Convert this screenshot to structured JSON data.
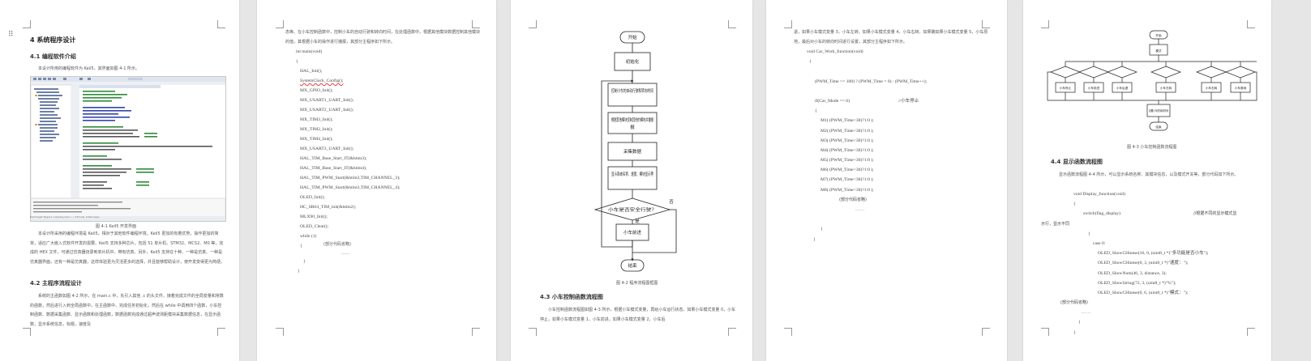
{
  "page1": {
    "h_chapter": "4 系统程序设计",
    "h_4_1": "4.1 编程软件介绍",
    "p_intro": "本设计所用的编程软件为 Keil5，其界面如图 4-1 所示。",
    "cap_4_1": "图 4-1 Keil5 开发界面",
    "p_keil": "本设计所采用的编程环境是 Keil5，相对于其他软件编程环境，Keil5 更加的有着优势，操作更加的简单，适应广大嵌入式软件开发的需要。Keil5 支持多种芯片，包括 51 单片机、STM32、MCS2、M0 等，完成的 HEX 文件，可通过仿真器烧录到单片机中。带有仿真、另外，Keil5 支持在十种、一种是仿真、一种是仿真器界面，还有一种是仿真器，这样体验更为灵活更多的选择，并且能够帮助设计，使开发变得更为简便。",
    "h_4_2": "4.2 主程序流程设计",
    "p_main": "系统的主函数如图 4-2 所示，在 main.c 中，先引入其他 .c 的头文件，接着完成文件的全局变量和常数的函数，然后进行入到全局函数中，在主函数中，完成任务初始化，然后在 while 中调用四个函数，小车控制函数、数据采集函数、显示函数和处理函数，数据函数完成通过超声波测距模块采集数据信息，在显示函数，显示系统信息，标题，速度及"
  },
  "keil": {
    "statusbar": "Build target 'Target 1'   compiling main.c ...   0 Error(s), 0 Warning(s)."
  },
  "page2": {
    "p_top": "态等。在小车控制函数中，控制小车的自动行驶和转向时间，在处理函数中，根据其他模块数据控制其他模块的值，其根据小车的操作进行播报，其部分主程序如下所示。",
    "code": [
      "int main(void)",
      "{",
      "HAL_Init();",
      "SystemClock_Config();",
      "MX_GPIO_Init();",
      "MX_USART1_UART_Init();",
      "MX_USART2_UART_Init();",
      "MX_TIM3_Init();",
      "MX_TIM2_Init();",
      "MX_TIM4_Init();",
      "MX_USART3_UART_Init();",
      "HAL_TIM_Base_Start_IT(&htim3);",
      "HAL_TIM_Base_Start_IT(&htim4);",
      "HAL_TIM_PWM_Start(&htim3,TIM_CHANNEL_3);",
      "HAL_TIM_PWM_Start(&htim3,TIM_CHANNEL_4);",
      "OLED_Init();",
      "HC_SR04_TIM_init(&htim2);",
      "MLX90_Init();",
      "OLED_Clear();",
      "while (1)",
      "{"
    ],
    "omitted": "(部分代码省略)",
    "dash": "……",
    "close_inner": "}",
    "close_outer": "}"
  },
  "page3": {
    "fc_start": "开始",
    "fc_init": "初始化",
    "fc_ctrl": "控制小车的自动行驶和转向时间",
    "fc_collect": "根据其他模块控制其他的模块并播报",
    "fc_collect_b": "报",
    "fc_judge_a": "采集数据",
    "fc_display": "显示系统名称、速度、模块显示等",
    "fc_decision": "小车是否安全行驶？",
    "fc_no": "否",
    "fc_yes": "是",
    "fc_move": "小车前进",
    "fc_end": "结束",
    "cap_4_2": "图 4-2  程序流程图框图",
    "h_4_3": "4.3 小车控制函数流程图",
    "p_ctrl": "小车控制函数流程图如图 4-3 所示，根据小车模式变量，再给小车运行状态。如果小车模式变量 0，小车停止，如果小车模式变量 1，小车前进，如果小车模式变量 2，小车后"
  },
  "page4": {
    "p_top": "退，如果小车模式变量 3，小车左转。如果小车模式变量 4，小车右转。如果确如果小车模式变量 5，小车原地，最后对小车的转向时间进行设置，其部分主程序如下所示。",
    "code": [
      "void Car_Work_function(void)",
      "{",
      "",
      "(PWM_Time >= 100) ? (PWM_Time = 0) : (PWM_Time++);",
      "",
      "if(Car_Mode == 0)",
      "{",
      "M1( (PWM_Time<30)?1:0 );",
      "M2( (PWM_Time<30)?1:0 );",
      "M3( (PWM_Time<30)?1:0 );",
      "M4( (PWM_Time<30)?1:0 );",
      "M5( (PWM_Time<30)?1:0 );",
      "M6( (PWM_Time<30)?1:0 );",
      "M7( (PWM_Time<30)?1:0 );",
      "M8( (PWM_Time<30)?1:0 );",
      "(部分代码省略)",
      "……",
      "",
      "}",
      "}"
    ],
    "comment_stop": "//小车停止"
  },
  "page5": {
    "fc_start": "开始",
    "fc_mode": "模式",
    "fc_end_box": "设置小车的转向时间",
    "fc_finish": "结束",
    "branches": [
      "小车停止",
      "小车前进",
      "小车后退",
      "小车左转",
      "小车右转",
      "小车原地"
    ],
    "cap_4_3": "图 4-3  小车控制函数流程图",
    "h_4_4": "4.4 显示函数流程图",
    "p_disp": "显示函数流程图 4-4 所示，可以显示系统名称、其模块信息，以及模式开关等，部分代码如下所示。",
    "code": [
      "void Display_function(void)",
      "{",
      "switch(flag_display)",
      "{",
      "case 0:",
      "OLED_ShowCHinese(16, 0, (uint8_t *)\"多功能是否小车\");",
      "OLED_ShowCHinese(0, 3, (uint8_t *)\"速度：\");",
      "OLED_ShowNum(46, 3, distance, 3);",
      "OLED_ShowString(72, 3, (uint8_t *)\"%\");",
      "OLED_ShowCHinese(0, 6, (uint8_t *)\"模式：\");",
      "(部分代码省略)",
      "……",
      "}",
      "}"
    ],
    "comment_switch": "//根据不同的显示模式显",
    "comment_switch2": "示行，显示不同"
  }
}
